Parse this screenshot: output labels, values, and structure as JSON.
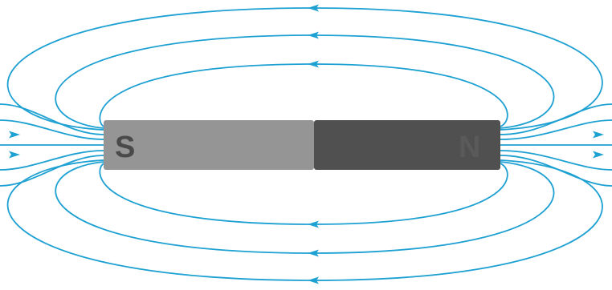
{
  "magnet": {
    "south_label": "S",
    "north_label": "N",
    "south_color": "#959595",
    "north_color": "#505050",
    "south_text_color": "#4a4a4a",
    "north_text_color": "#5a5a5a"
  },
  "field": {
    "line_color": "#1da0d2",
    "arrow_direction": "north-to-south"
  }
}
